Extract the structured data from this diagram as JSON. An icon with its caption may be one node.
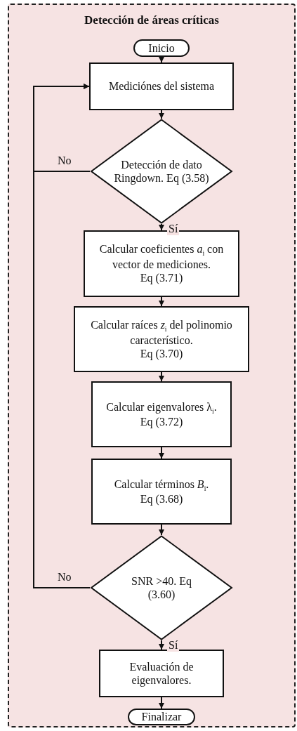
{
  "diagram": {
    "nodes": [
      {
        "text": [
          "Detección de áreas críticas"
        ]
      },
      {
        "text": [
          "Inicio"
        ],
        "in": 0
      },
      {
        "text": [
          "Mediciónes del sistema"
        ],
        "in": 0
      },
      {
        "text": [
          "Detección de dato Ringdown. Eq (3.58)"
        ],
        "in": 0
      },
      {
        "text": [
          "Calcular coeficientes *a*$_{i}$ con vector de mediciones.",
          "Eq (3.71)"
        ],
        "in": 0
      },
      {
        "text": [
          "Calcular raíces *z*$_{i}$ del polinomio característico.",
          "Eq (3.70)"
        ],
        "in": 0
      },
      {
        "text": [
          "Calcular eigenvalores λ$_{i}$.",
          "Eq (3.72)"
        ],
        "in": 0
      },
      {
        "text": [
          "Calcular términos *B*$_{i}$.",
          "Eq (3.68)"
        ],
        "in": 0
      },
      {
        "text": [
          "SNR >40. Eq (3.60)"
        ],
        "in": 0
      },
      {
        "text": [
          "Evaluación de eigenvalores."
        ],
        "in": 0
      },
      {
        "text": [
          "Finalizar"
        ],
        "in": 0
      }
    ],
    "edges": [
      {
        "from": 1,
        "to": 2,
        "arrow": "to"
      },
      {
        "from": 2,
        "to": 3,
        "arrow": "to"
      },
      {
        "from": 3,
        "to": 4,
        "arrow": "to",
        "label": "Sí"
      },
      {
        "from": 3,
        "to": 2,
        "arrow": "to",
        "label": "No"
      },
      {
        "from": 4,
        "to": 5,
        "arrow": "to"
      },
      {
        "from": 5,
        "to": 6,
        "arrow": "to"
      },
      {
        "from": 6,
        "to": 7,
        "arrow": "to"
      },
      {
        "from": 7,
        "to": 8,
        "arrow": "to"
      },
      {
        "from": 8,
        "to": 9,
        "arrow": "to",
        "label": "Sí"
      },
      {
        "from": 8,
        "to": 2,
        "arrow": "to",
        "label": "No"
      },
      {
        "from": 9,
        "to": 10,
        "arrow": "to"
      }
    ]
  }
}
